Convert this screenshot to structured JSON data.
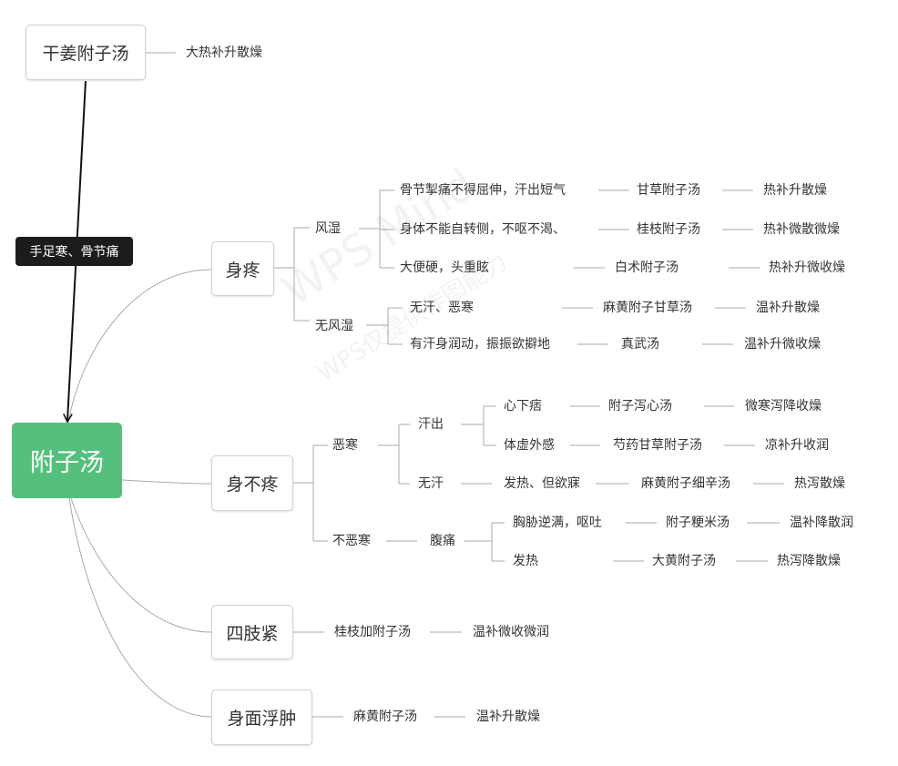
{
  "root": {
    "label": "附子汤",
    "color": "#55c07e"
  },
  "top_node": {
    "label": "干姜附子汤",
    "note": "大热补升散燥"
  },
  "arrow_label": "手足寒、骨节痛",
  "watermark": {
    "main": "WPS Mind",
    "sub": "WPS仅提供作图能力"
  },
  "branches": {
    "shen_teng": {
      "label": "身疼",
      "feng_shi": {
        "label": "风湿",
        "rows": [
          {
            "symptom": "骨节掣痛不得屈伸，汗出短气",
            "formula": "甘草附子汤",
            "property": "热补升散燥"
          },
          {
            "symptom": "身体不能自转侧，不呕不渴、",
            "formula": "桂枝附子汤",
            "property": "热补微散微燥"
          },
          {
            "symptom": "大便硬，头重眩",
            "formula": "白术附子汤",
            "property": "热补升微收燥"
          }
        ]
      },
      "wu_feng_shi": {
        "label": "无风湿",
        "rows": [
          {
            "symptom": "无汗、恶寒",
            "formula": "麻黄附子甘草汤",
            "property": "温补升散燥"
          },
          {
            "symptom": "有汗身润动，振振欲擗地",
            "formula": "真武汤",
            "property": "温补升微收燥"
          }
        ]
      }
    },
    "shen_bu_teng": {
      "label": "身不疼",
      "wu_han": {
        "label": "恶寒",
        "han_chu": {
          "label": "汗出",
          "rows": [
            {
              "symptom": "心下痞",
              "formula": "附子泻心汤",
              "property": "微寒泻降收燥"
            },
            {
              "symptom": "体虚外感",
              "formula": "芍药甘草附子汤",
              "property": "凉补升收润"
            }
          ]
        },
        "wu_han_chu": {
          "label": "无汗",
          "rows": [
            {
              "symptom": "发热、但欲寐",
              "formula": "麻黄附子细辛汤",
              "property": "热泻散燥"
            }
          ]
        }
      },
      "bu_wu_han": {
        "label": "不恶寒",
        "fu_tong": {
          "label": "腹痛",
          "rows": [
            {
              "symptom": "胸胁逆满，呕吐",
              "formula": "附子粳米汤",
              "property": "温补降散润"
            },
            {
              "symptom": "发热",
              "formula": "大黄附子汤",
              "property": "热泻降散燥"
            }
          ]
        }
      }
    },
    "si_zhi_jin": {
      "label": "四肢紧",
      "formula": "桂枝加附子汤",
      "property": "温补微收微润"
    },
    "shen_mian_fu_zhong": {
      "label": "身面浮肿",
      "formula": "麻黄附子汤",
      "property": "温补升散燥"
    }
  }
}
